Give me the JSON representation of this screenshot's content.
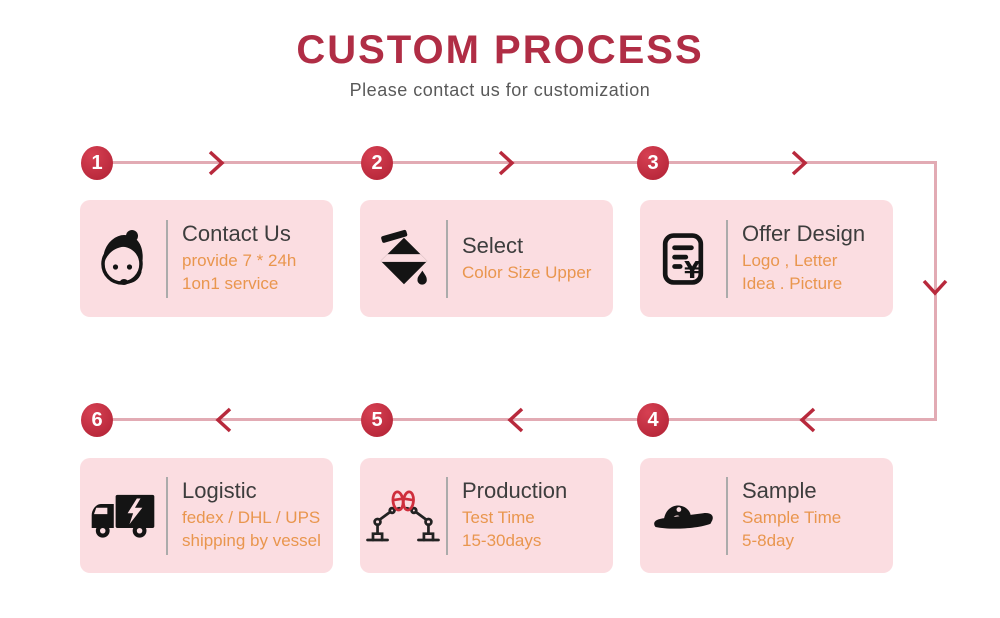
{
  "page": {
    "title": "CUSTOM PROCESS",
    "subtitle": "Please contact us for customization"
  },
  "colors": {
    "title_crimson": "#b02d45",
    "accent_crimson": "#b8293c",
    "flow_line_pink": "#e2abb4",
    "card_background": "#fbdde1",
    "card_title_text": "#3d3d3d",
    "card_subtitle_orange": "#e9964e",
    "subtitle_gray": "#595959"
  },
  "steps": [
    {
      "number": "1",
      "title": "Contact Us",
      "icon": "customer-service-agent-icon",
      "lines": [
        "provide 7 * 24h",
        "1on1 service"
      ]
    },
    {
      "number": "2",
      "title": "Select",
      "icon": "paint-bucket-icon",
      "lines": [
        "Color Size Upper"
      ]
    },
    {
      "number": "3",
      "title": "Offer Design",
      "icon": "design-document-icon",
      "lines": [
        "Logo , Letter",
        "Idea . Picture"
      ]
    },
    {
      "number": "4",
      "title": "Sample",
      "icon": "slipper-icon",
      "lines": [
        "Sample Time",
        "5-8day"
      ]
    },
    {
      "number": "5",
      "title": "Production",
      "icon": "robot-arms-icon",
      "lines": [
        "Test Time",
        "15-30days"
      ]
    },
    {
      "number": "6",
      "title": "Logistic",
      "icon": "delivery-truck-icon",
      "lines": [
        "fedex / DHL / UPS",
        "shipping by vessel"
      ]
    }
  ]
}
